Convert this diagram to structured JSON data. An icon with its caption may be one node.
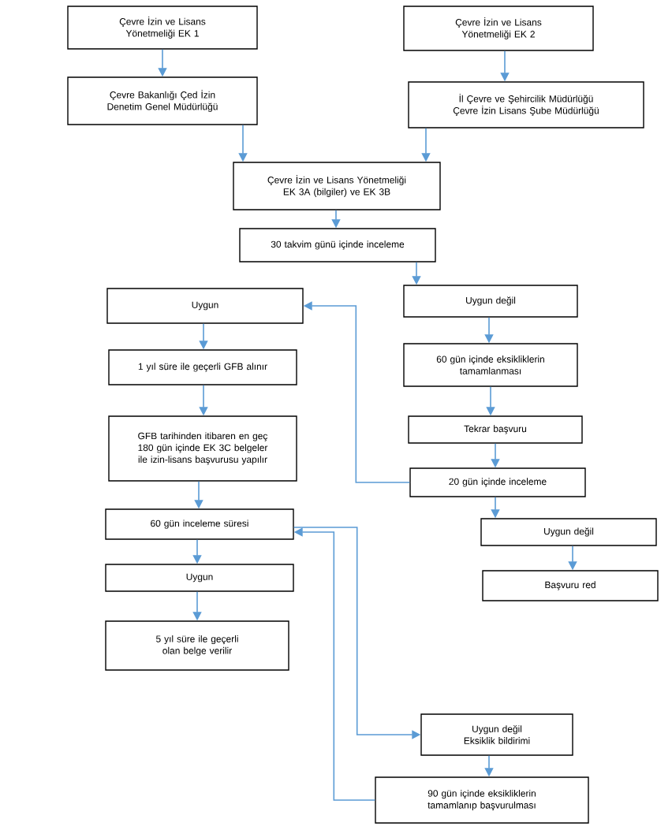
{
  "diagram": {
    "nodes": [
      {
        "text": [
          "Çevre İzin ve Lisans Yönetmeliği EK 1"
        ]
      },
      {
        "text": [
          "Çevre İzin ve Lisans Yönetmeliği EK 2"
        ]
      },
      {
        "text": [
          "Çevre Bakanlığı Çed İzin Denetim Genel Müdürlüğü"
        ]
      },
      {
        "text": [
          "İl Çevre ve Şehircilik Müdürlüğü Çevre İzin Lisans Şube Müdürlüğü"
        ]
      },
      {
        "text": [
          "Çevre İzin ve Lisans Yönetmeliği EK 3A (bilgiler) ve EK 3B"
        ]
      },
      {
        "text": [
          "30 takvim günü içinde inceleme"
        ]
      },
      {
        "text": [
          "Uygun"
        ]
      },
      {
        "text": [
          "Uygun değil"
        ]
      },
      {
        "text": [
          "1 yıl süre ile geçerli GFB alınır"
        ]
      },
      {
        "text": [
          "60 gün içinde eksikliklerin tamamlanması"
        ]
      },
      {
        "text": [
          "GFB tarihinden itibaren en geç 180 gün içinde EK 3C belgeler ile izin-lisans başvurusu yapılır"
        ]
      },
      {
        "text": [
          "Tekrar başvuru"
        ]
      },
      {
        "text": [
          "20 gün içinde inceleme"
        ]
      },
      {
        "text": [
          "60 gün inceleme süresi"
        ]
      },
      {
        "text": [
          "Uygun değil"
        ]
      },
      {
        "text": [
          "Uygun"
        ]
      },
      {
        "text": [
          "Başvuru red"
        ]
      },
      {
        "text": [
          "5 yıl süre ile geçerli olan belge verilir"
        ]
      },
      {
        "text": [
          "Uygun değil Eksiklik bildirimi"
        ]
      },
      {
        "text": [
          "90 gün içinde eksikliklerin tamamlanıp başvurulması"
        ]
      }
    ],
    "edges": [
      {
        "from": 0,
        "to": 2,
        "arrow": "to"
      },
      {
        "from": 1,
        "to": 3,
        "arrow": "to"
      },
      {
        "from": 2,
        "to": 4,
        "arrow": "to"
      },
      {
        "from": 3,
        "to": 4,
        "arrow": "to"
      },
      {
        "from": 4,
        "to": 5,
        "arrow": "to"
      },
      {
        "from": 5,
        "to": 7,
        "arrow": "to"
      },
      {
        "from": 7,
        "to": 9,
        "arrow": "to"
      },
      {
        "from": 9,
        "to": 11,
        "arrow": "to"
      },
      {
        "from": 11,
        "to": 12,
        "arrow": "to"
      },
      {
        "from": 12,
        "to": 6,
        "arrow": "to"
      },
      {
        "from": 12,
        "to": 14,
        "arrow": "to"
      },
      {
        "from": 14,
        "to": 16,
        "arrow": "to"
      },
      {
        "from": 6,
        "to": 8,
        "arrow": "to"
      },
      {
        "from": 8,
        "to": 10,
        "arrow": "to"
      },
      {
        "from": 10,
        "to": 13,
        "arrow": "to"
      },
      {
        "from": 13,
        "to": 15,
        "arrow": "to"
      },
      {
        "from": 15,
        "to": 17,
        "arrow": "to"
      },
      {
        "from": 13,
        "to": 18,
        "arrow": "to"
      },
      {
        "from": 18,
        "to": 19,
        "arrow": "to"
      },
      {
        "from": 19,
        "to": 13,
        "arrow": "to"
      }
    ]
  }
}
